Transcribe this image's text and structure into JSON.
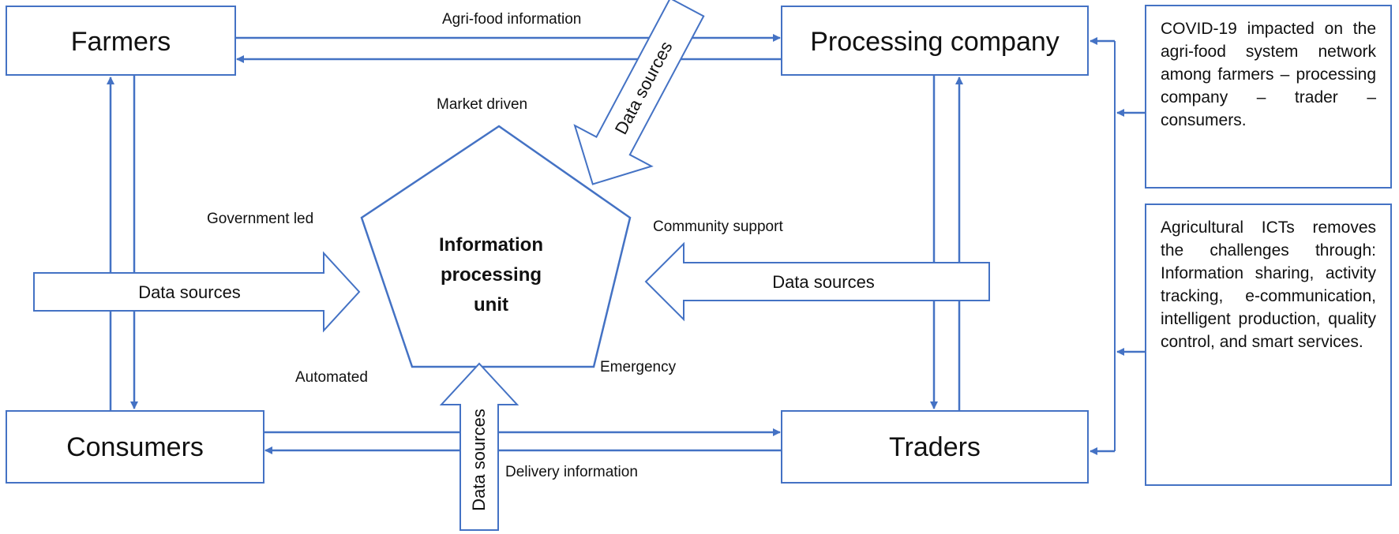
{
  "nodes": {
    "farmers": "Farmers",
    "processing_company": "Processing company",
    "consumers": "Consumers",
    "traders": "Traders",
    "center": [
      "Information",
      "processing",
      "unit"
    ]
  },
  "edges": {
    "top": "Agri-food information",
    "bottom": "Delivery information"
  },
  "pentagon_labels": {
    "market_driven": "Market driven",
    "government_led": "Government led",
    "community_support": "Community support",
    "automated": "Automated",
    "emergency": "Emergency"
  },
  "data_arrows": {
    "left": "Data sources",
    "right": "Data sources",
    "top_diagonal": "Data sources",
    "bottom": "Data sources"
  },
  "notes": {
    "covid": "COVID-19 impacted on the agri-food system network among farmers – processing company – trader – consumers.",
    "icts": "Agricultural ICTs removes the challenges through: Information sharing, activity tracking, e-communication, intelligent production, quality control, and smart services."
  },
  "colors": {
    "stroke": "#4472c4",
    "text": "#111111"
  }
}
